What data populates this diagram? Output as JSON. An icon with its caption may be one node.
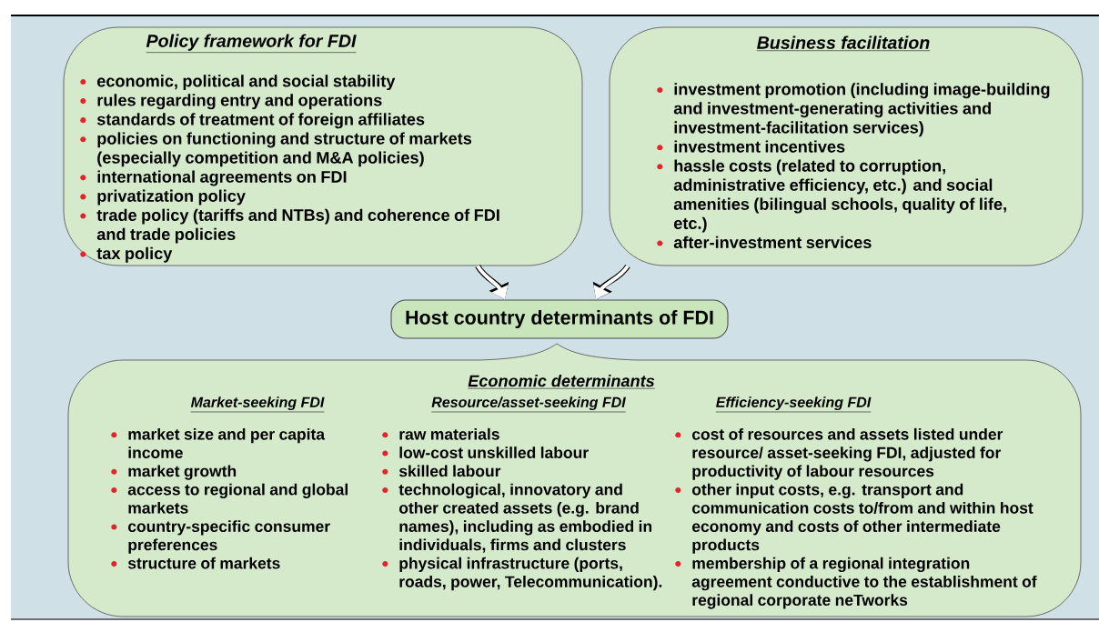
{
  "diagram": {
    "nodes": [
      {
        "text": [
          "Policy framework for FDI",
          "economic, political and social stability",
          "rules regarding entry and operations",
          "standards of treatment of foreign affiliates",
          "policies on functioning and structure of markets (especially competition and M&A policies)",
          "international agreements on FDI",
          "privatization policy",
          "trade policy (tariffs and NTBs) and coherence of FDI and trade policies",
          "tax policy"
        ]
      },
      {
        "text": [
          "Business facilitation",
          "investment promotion (including image-building and investment-generating activities and investment-facilitation services)",
          "investment incentives",
          "hassle costs (related to corruption, administrative efficiency, etc.) and social amenities (bilingual schools, quality of life, etc.)",
          "after-investment services"
        ]
      },
      {
        "text": [
          "Host country determinants of FDI"
        ]
      },
      {
        "text": [
          "Economic determinants",
          "Market-seeking FDI",
          "market size and per capita income",
          "market growth",
          "access to regional and global markets",
          "country-specific consumer preferences",
          "structure of markets",
          "Resource/asset-seeking FDI",
          "raw materials",
          "low-cost unskilled labour",
          "skilled labour",
          "technological, innovatory and other created assets (e.g. brand names), including as embodied in individuals, firms and clusters",
          "physical infrastructure (ports, roads, power, Telecommunication).",
          "Efficiency-seeking FDI",
          "cost of resources and assets listed under resource/ asset-seeking FDI, adjusted for productivity of labour resources",
          "other input costs, e.g. transport and communication costs to/from and within host economy and costs of other intermediate products",
          "membership of a regional integration agreement conductive to the establishment of regional corporate neTworks"
        ]
      }
    ],
    "edges": [
      {
        "from": 0,
        "to": 2,
        "arrow": "to"
      },
      {
        "from": 1,
        "to": 2,
        "arrow": "to"
      }
    ]
  }
}
